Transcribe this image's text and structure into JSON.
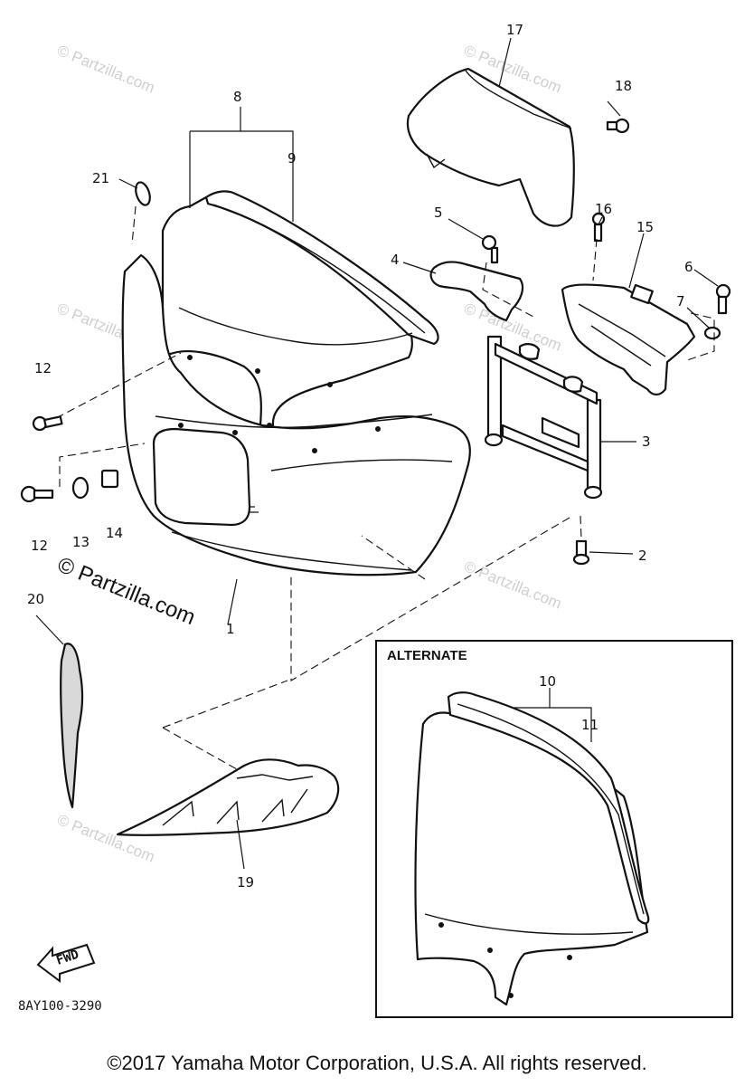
{
  "diagram": {
    "alternate_label": "ALTERNATE",
    "drawing_code": "8AY100-3290",
    "front_arrow_label": "FWD",
    "callouts": {
      "n1": "1",
      "n2": "2",
      "n3": "3",
      "n4": "4",
      "n5": "5",
      "n6": "6",
      "n7": "7",
      "n8": "8",
      "n9": "9",
      "n10": "10",
      "n11": "11",
      "n12a": "12",
      "n12b": "12",
      "n13": "13",
      "n14": "14",
      "n15": "15",
      "n16": "16",
      "n17": "17",
      "n18": "18",
      "n19": "19",
      "n20": "20",
      "n21": "21"
    },
    "watermark_text": "© Partzilla.com"
  },
  "copyright": "©2017  Yamaha Motor Corporation, U.S.A. All rights reserved."
}
